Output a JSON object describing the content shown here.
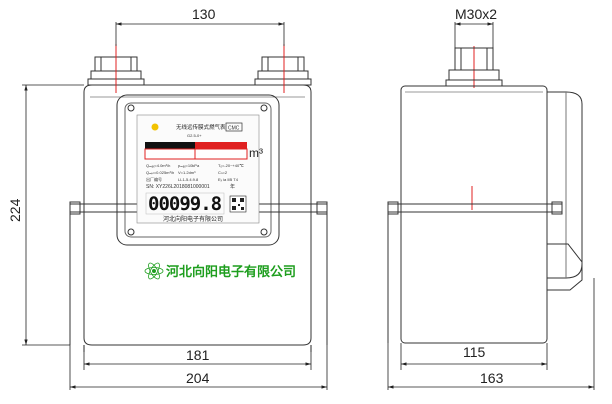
{
  "dimensions": {
    "width_front": "130",
    "inlet_thread": "M30x2",
    "height_total": "224",
    "inner_width": "181",
    "total_width": "204",
    "side_depth_inner": "115",
    "side_depth_total": "163"
  },
  "panel": {
    "title": "无线远传膜式燃气表",
    "model": "G2.5-0+",
    "cert_badge": "CMC",
    "unit": "m³",
    "spec_row1_left": "Qₘₐₓ=4.0m³/h",
    "spec_row1_mid": "pₘₐₓ=10kPa",
    "spec_row1_right": "Tₒ=-20~+40℃",
    "spec_row2_left": "Qₘᵢₙ=0.025m³/h",
    "spec_row2_mid": "V=1.2dm³",
    "spec_row2_right": "Cₙ=2",
    "spec_row3_left": "出厂编号",
    "spec_row3_mid": "LL1-5.4.9.8",
    "spec_row3_right": "Eₓ ia IIB T4",
    "serial": "SN: XY226L2018081000001",
    "year": "年",
    "reading": "00099.8",
    "manufacturer": "河北向阳电子有限公司"
  },
  "brand_label": "河北向阳电子有限公司",
  "colors": {
    "brand_green": "#1e9e1e",
    "centerline_red": "#e02020",
    "gauge_red": "#e02020",
    "gauge_black": "#111111"
  }
}
